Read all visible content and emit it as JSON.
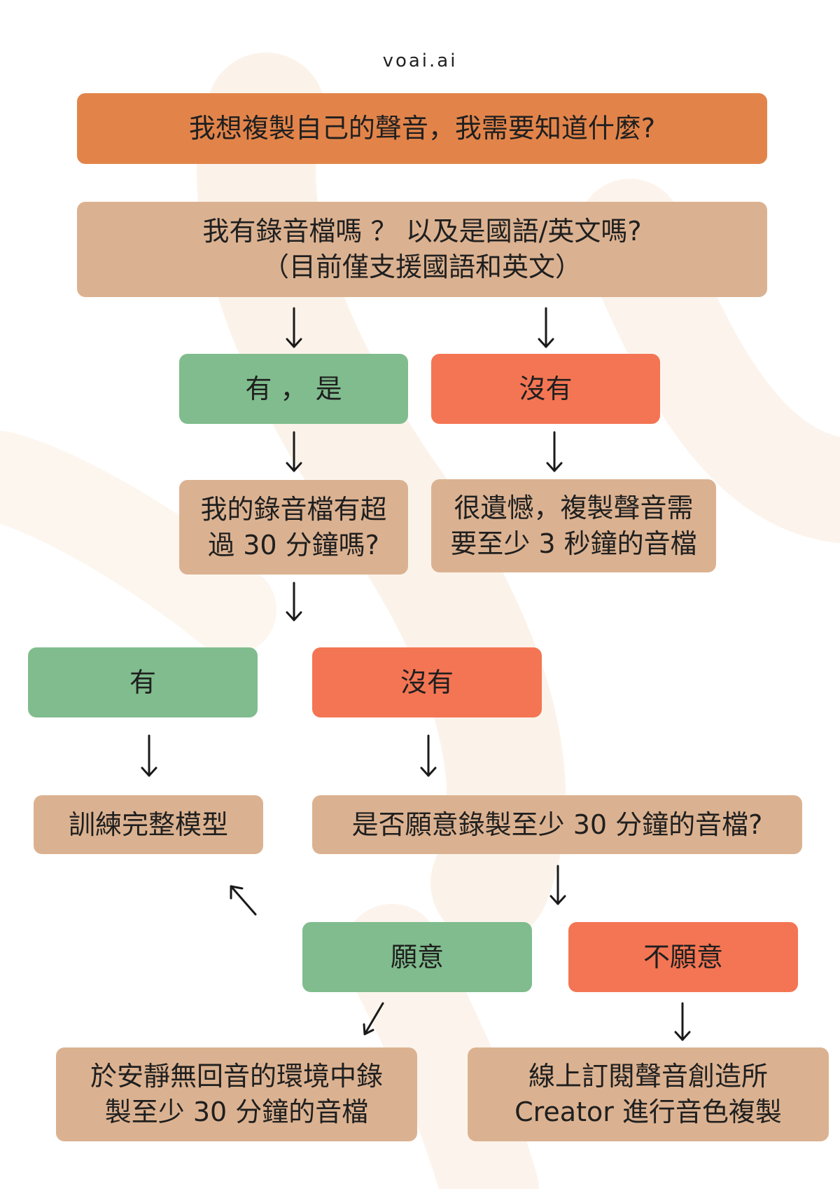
{
  "site": "voai.ai",
  "colors": {
    "header": "#e2844a",
    "question": "#dbb291",
    "yes": "#80bc8d",
    "no": "#f47553"
  },
  "header": "我想複製自己的聲音，我需要知道什麼?",
  "q1": {
    "line1": "我有錄音檔嗎 ？ 以及是國語/英文嗎?",
    "line2": "（目前僅支援國語和英文）"
  },
  "yes1": "有 ， 是",
  "no1": "沒有",
  "q2": {
    "line1": "我的錄音檔有超",
    "line2": "過 30 分鐘嗎?"
  },
  "no1_result": {
    "line1": "很遺憾，複製聲音需",
    "line2": "要至少 3 秒鐘的音檔"
  },
  "yes2": "有",
  "no2": "沒有",
  "train": "訓練完整模型",
  "q3": "是否願意錄製至少 30  分鐘的音檔?",
  "willing": "願意",
  "unwilling": "不願意",
  "record": {
    "line1": "於安靜無回音的環境中錄",
    "line2": "製至少 30 分鐘的音檔"
  },
  "subscribe": {
    "line1": "線上訂閱聲音創造所",
    "line2": "Creator  進行音色複製"
  }
}
